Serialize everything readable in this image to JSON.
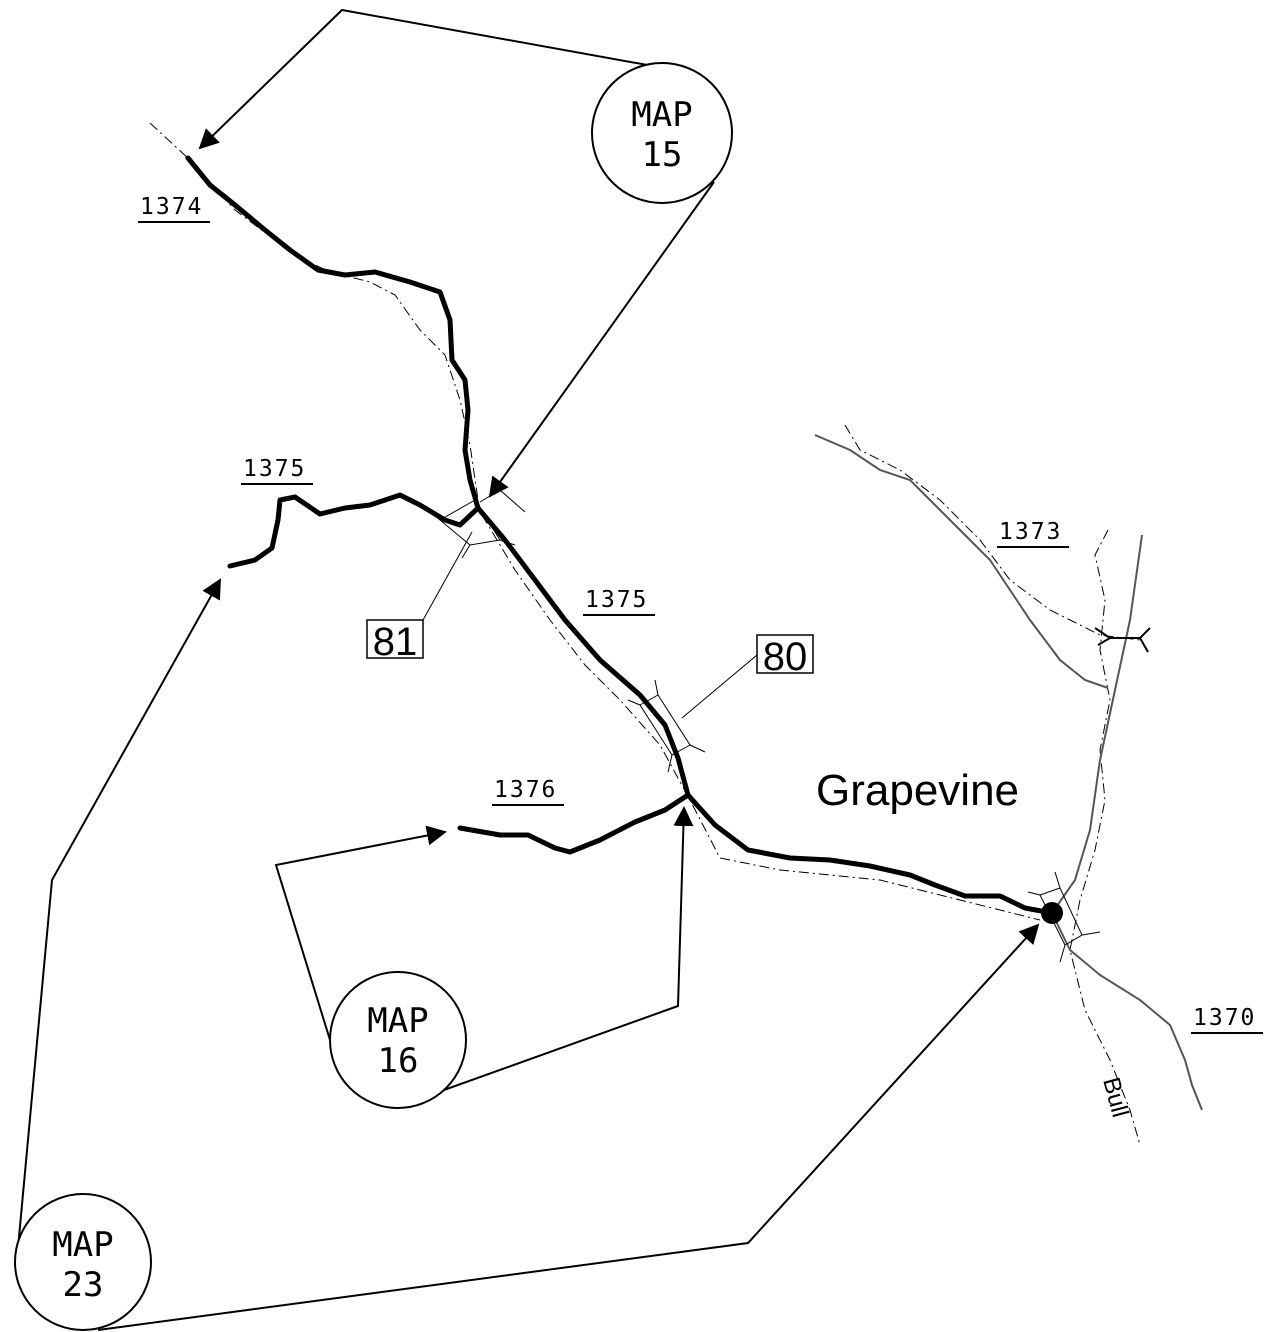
{
  "map": {
    "place_name": "Grapevine",
    "water_label": "Bull",
    "route_labels": {
      "r1374": "1374",
      "r1375_west": "1375",
      "r1375_south": "1375",
      "r1376": "1376",
      "r1373": "1373",
      "r1370": "1370"
    },
    "boxed_labels": {
      "b81": "81",
      "b80": "80"
    },
    "map_circles": {
      "map15": {
        "line1": "MAP",
        "line2": "15"
      },
      "map16": {
        "line1": "MAP",
        "line2": "16"
      },
      "map23": {
        "line1": "MAP",
        "line2": "23"
      }
    },
    "colors": {
      "ink": "#000000",
      "background": "#ffffff",
      "secondary_road": "#555555"
    }
  }
}
